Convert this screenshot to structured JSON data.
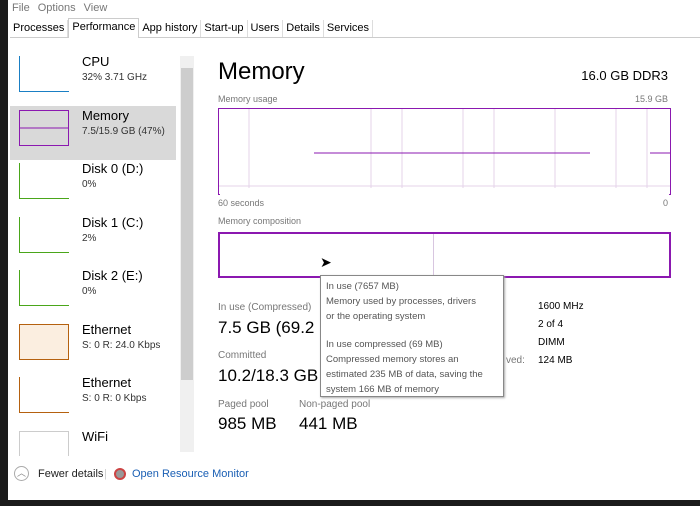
{
  "menu": [
    "File",
    "Options",
    "View"
  ],
  "tabs": [
    "Processes",
    "Performance",
    "App history",
    "Start-up",
    "Users",
    "Details",
    "Services"
  ],
  "active_tab": "Performance",
  "sidebar": [
    {
      "name": "CPU",
      "sub": "32%  3.71 GHz",
      "color": "#1a7fc4"
    },
    {
      "name": "Memory",
      "sub": "7.5/15.9 GB (47%)",
      "color": "#8b18b0"
    },
    {
      "name": "Disk 0 (D:)",
      "sub": "0%",
      "color": "#4aa61a"
    },
    {
      "name": "Disk 1 (C:)",
      "sub": "2%",
      "color": "#4aa61a"
    },
    {
      "name": "Disk 2 (E:)",
      "sub": "0%",
      "color": "#4aa61a"
    },
    {
      "name": "Ethernet",
      "sub": "S: 0  R: 24.0 Kbps",
      "color": "#b5610f"
    },
    {
      "name": "Ethernet",
      "sub": "S: 0  R: 0 Kbps",
      "color": "#b5610f"
    },
    {
      "name": "WiFi",
      "sub": "",
      "color": "#aaaaaa"
    }
  ],
  "main": {
    "title": "Memory",
    "spec": "16.0 GB DDR3",
    "usage_label": "Memory usage",
    "usage_max": "15.9 GB",
    "time_left": "60 seconds",
    "time_right": "0",
    "composition_label": "Memory composition",
    "in_use_label": "In use (Compressed)",
    "in_use_value": "7.5 GB (69.2",
    "committed_label": "Committed",
    "committed_value": "10.2/18.3 GB",
    "paged_label": "Paged pool",
    "paged_value": "985 MB",
    "nonpaged_label": "Non-paged pool",
    "nonpaged_value": "441 MB",
    "speed": "1600 MHz",
    "slots": "2 of 4",
    "form_factor": "DIMM",
    "reserved_label": "ved:",
    "reserved": "124 MB",
    "accent": "#8b18b0"
  },
  "tooltip": {
    "l1": "In use (7657 MB)",
    "l2": "Memory used by processes, drivers",
    "l3": "or the operating system",
    "l4": "In use compressed (69 MB)",
    "l5": "Compressed memory stores an",
    "l6": "estimated 235 MB of data, saving the",
    "l7": "system 166 MB of memory"
  },
  "footer": {
    "fewer": "Fewer details",
    "monitor": "Open Resource Monitor"
  }
}
